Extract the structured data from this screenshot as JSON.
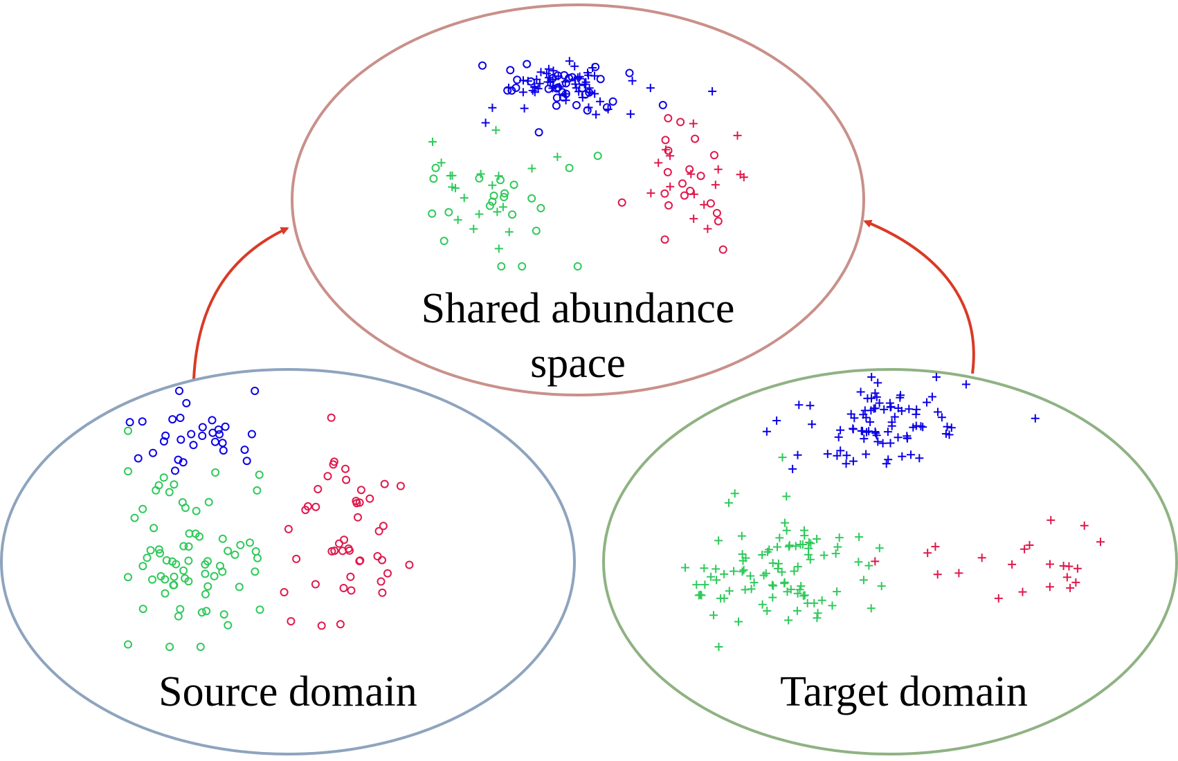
{
  "colors": {
    "shared_border": "#C9908A",
    "source_border": "#8EA4BE",
    "target_border": "#8FB283",
    "arrow": "#D93A26",
    "blue_class": "#0A00E6",
    "green_class": "#2EC95A",
    "red_class": "#E0174A"
  },
  "shared": {
    "label_line1": "Shared abundance",
    "label_line2": "space"
  },
  "source": {
    "label": "Source domain"
  },
  "target": {
    "label": "Target domain"
  },
  "legend_markers": {
    "source_marker": "circle",
    "target_marker": "plus"
  }
}
